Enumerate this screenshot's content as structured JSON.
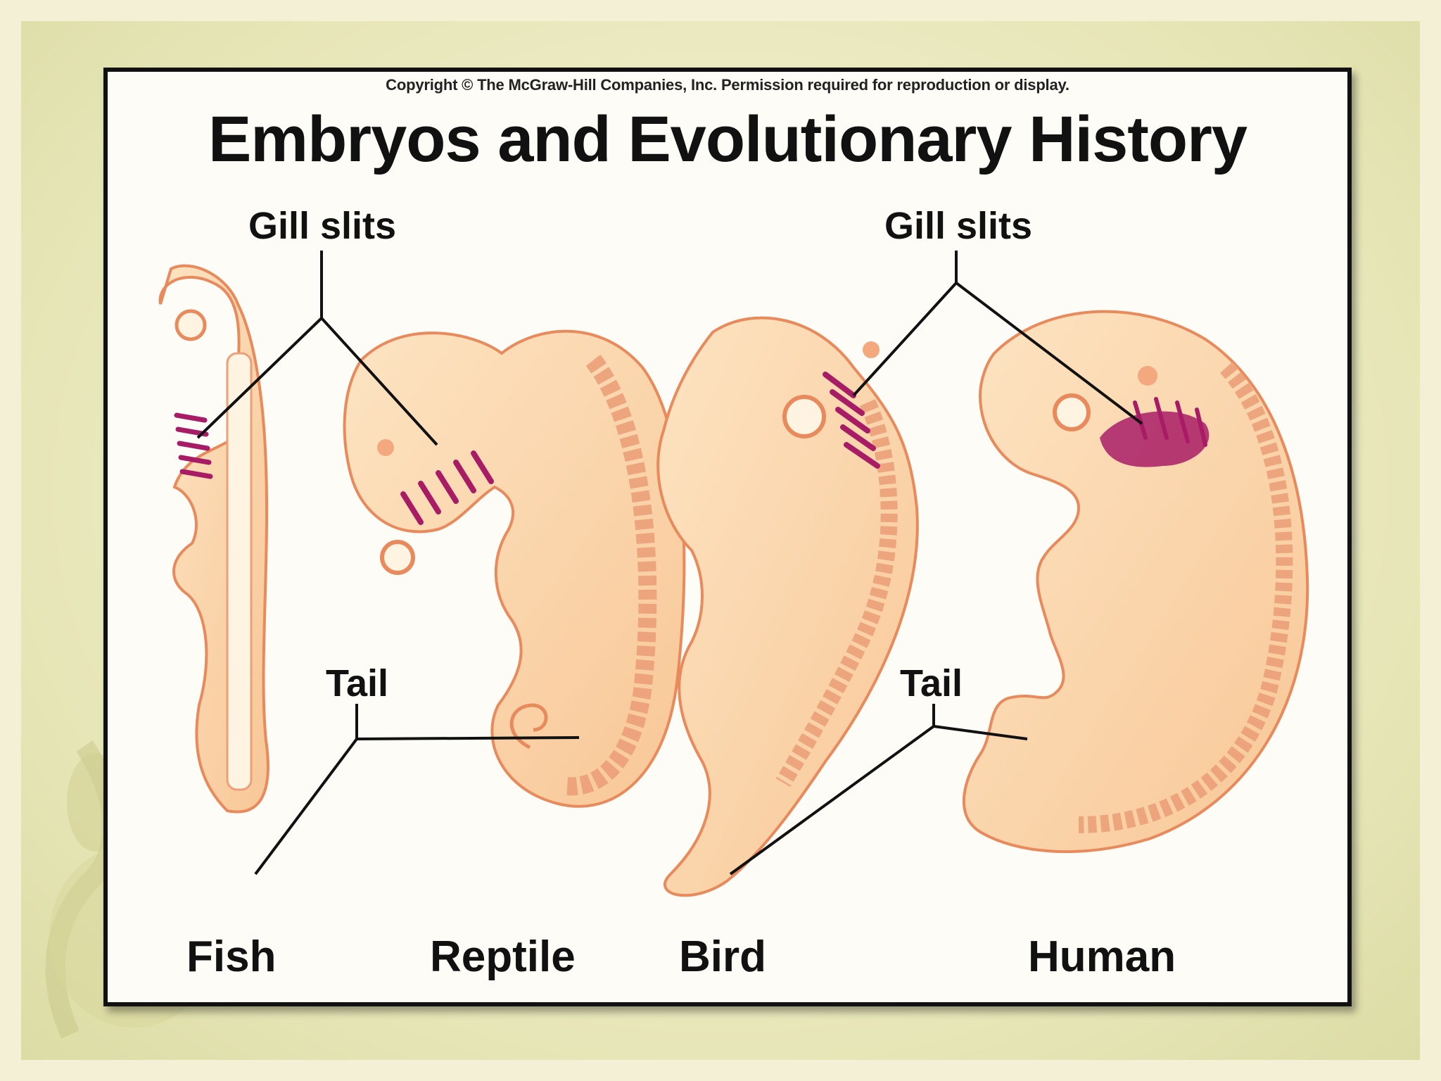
{
  "figure": {
    "copyright": "Copyright © The McGraw-Hill Companies, Inc. Permission required for reproduction or display.",
    "title": "Embryos and Evolutionary History",
    "callouts": {
      "gill_slits_left": "Gill slits",
      "gill_slits_right": "Gill slits",
      "tail_left": "Tail",
      "tail_right": "Tail"
    },
    "species": [
      "Fish",
      "Reptile",
      "Bird",
      "Human"
    ]
  },
  "colors": {
    "embryo_fill": "#fbd4a8",
    "embryo_outline": "#e98a5c",
    "gill_slits": "#a81c66",
    "frame_border": "#111111",
    "slide_background": "#e7e6b8"
  }
}
